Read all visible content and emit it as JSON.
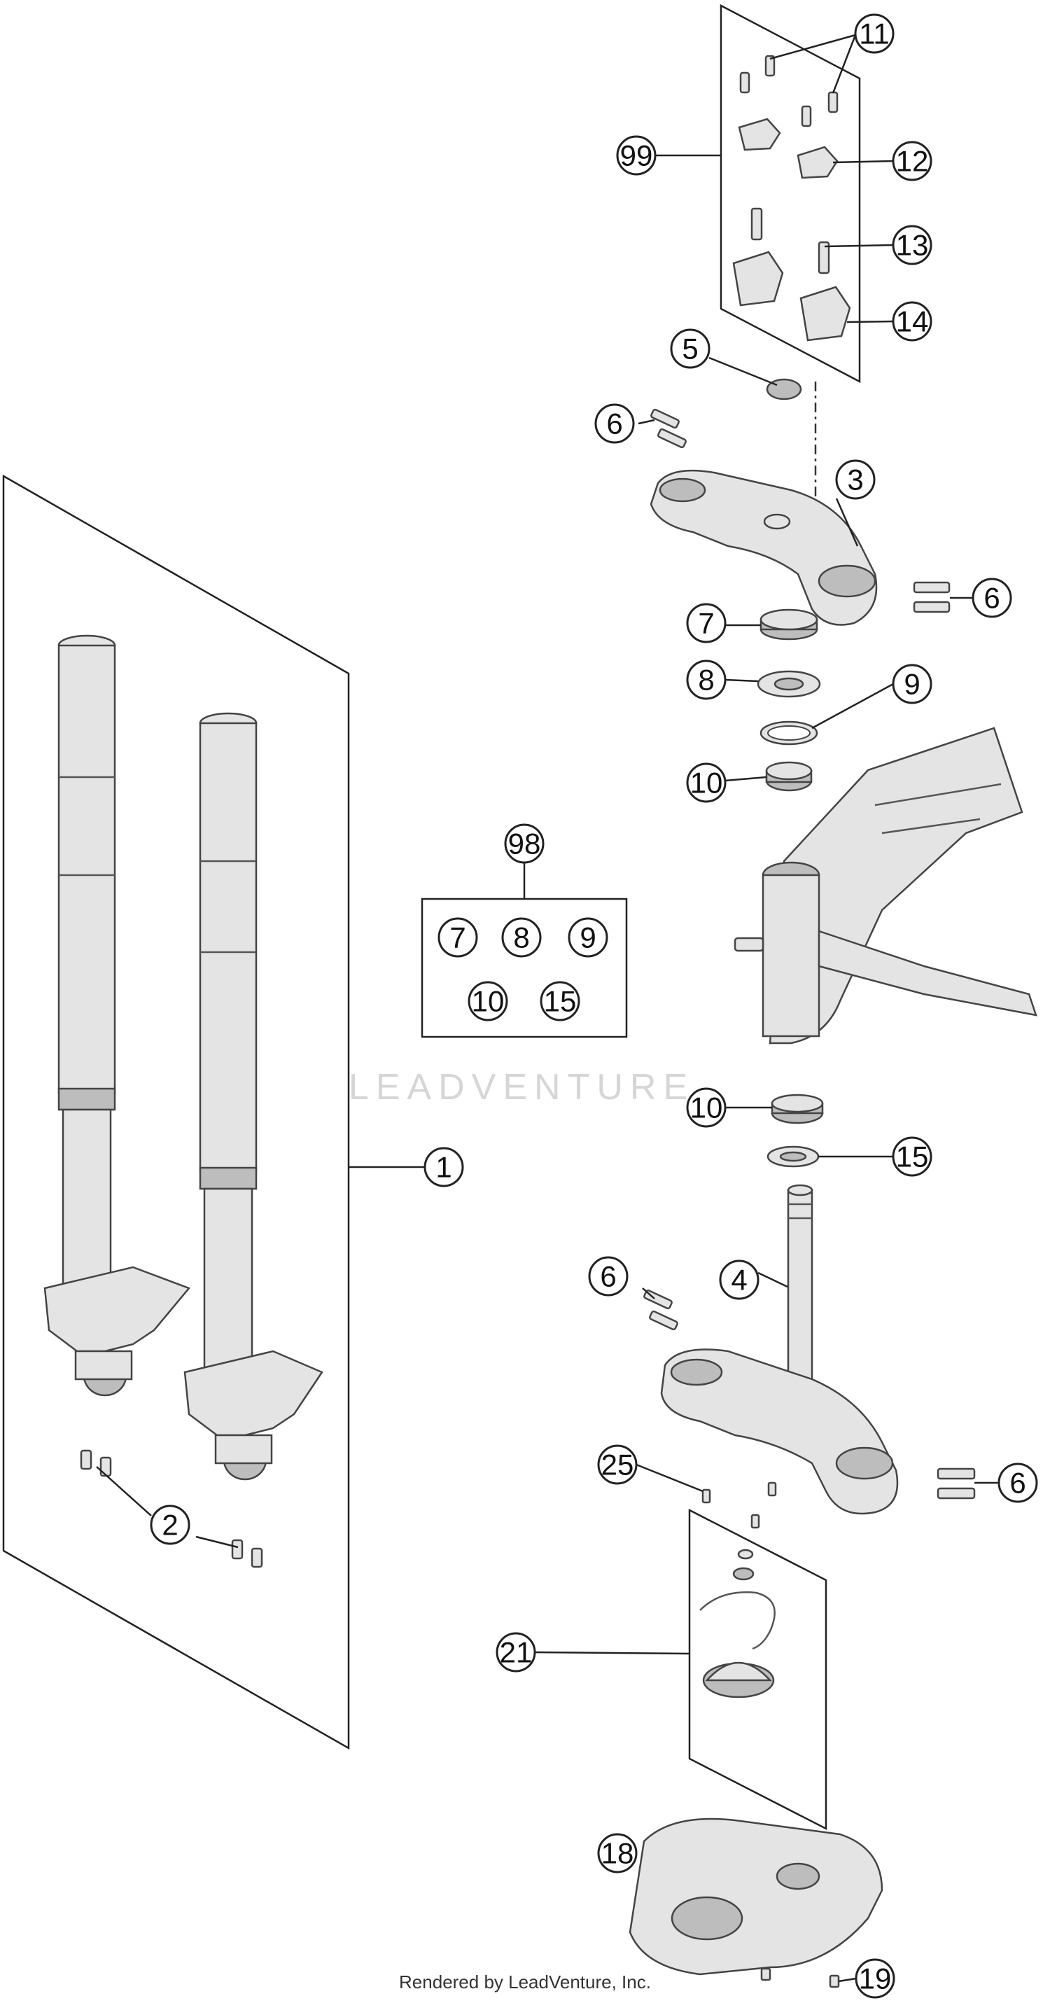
{
  "watermark": "LEADVENTURE",
  "footer": "Rendered by LeadVenture, Inc.",
  "kit_98": {
    "label": "98",
    "items": [
      "7",
      "8",
      "9",
      "10",
      "15"
    ]
  },
  "callouts": [
    {
      "id": "c1",
      "label": "1"
    },
    {
      "id": "c2",
      "label": "2"
    },
    {
      "id": "c3",
      "label": "3"
    },
    {
      "id": "c4",
      "label": "4"
    },
    {
      "id": "c5",
      "label": "5"
    },
    {
      "id": "c6a",
      "label": "6"
    },
    {
      "id": "c6b",
      "label": "6"
    },
    {
      "id": "c6c",
      "label": "6"
    },
    {
      "id": "c6d",
      "label": "6"
    },
    {
      "id": "c7",
      "label": "7"
    },
    {
      "id": "c8",
      "label": "8"
    },
    {
      "id": "c9",
      "label": "9"
    },
    {
      "id": "c10a",
      "label": "10"
    },
    {
      "id": "c10b",
      "label": "10"
    },
    {
      "id": "c11",
      "label": "11"
    },
    {
      "id": "c12",
      "label": "12"
    },
    {
      "id": "c13",
      "label": "13"
    },
    {
      "id": "c14",
      "label": "14"
    },
    {
      "id": "c15",
      "label": "15"
    },
    {
      "id": "c18",
      "label": "18"
    },
    {
      "id": "c19",
      "label": "19"
    },
    {
      "id": "c21",
      "label": "21"
    },
    {
      "id": "c25",
      "label": "25"
    },
    {
      "id": "c99",
      "label": "99"
    }
  ]
}
